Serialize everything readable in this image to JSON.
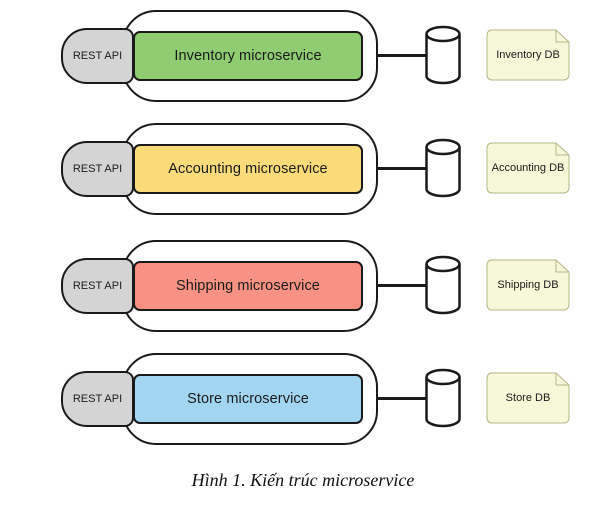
{
  "figure": {
    "caption": "Hình 1. Kiến trúc microservice",
    "background": "#ffffff",
    "stroke": "#1a1a1a"
  },
  "colors": {
    "rest_api_fill": "#d4d4d4",
    "note_fill": "#f7f7da",
    "note_stroke": "#b5b58a",
    "cylinder_fill": "#ffffff",
    "inventory": "#90cc72",
    "accounting": "#fada79",
    "shipping": "#f79183",
    "store": "#a2d6f0"
  },
  "rows": [
    {
      "api_label": "REST API",
      "service_label": "Inventory microservice",
      "service_color": "#90cc72",
      "db_label": "Inventory DB",
      "db_icon": "database-cylinder-icon"
    },
    {
      "api_label": "REST API",
      "service_label": "Accounting microservice",
      "service_color": "#fada79",
      "db_label": "Accounting DB",
      "db_icon": "database-cylinder-icon"
    },
    {
      "api_label": "REST API",
      "service_label": "Shipping microservice",
      "service_color": "#f79183",
      "db_label": "Shipping DB",
      "db_icon": "database-cylinder-icon"
    },
    {
      "api_label": "REST API",
      "service_label": "Store microservice",
      "service_color": "#a2d6f0",
      "db_label": "Store DB",
      "db_icon": "database-cylinder-icon"
    }
  ]
}
